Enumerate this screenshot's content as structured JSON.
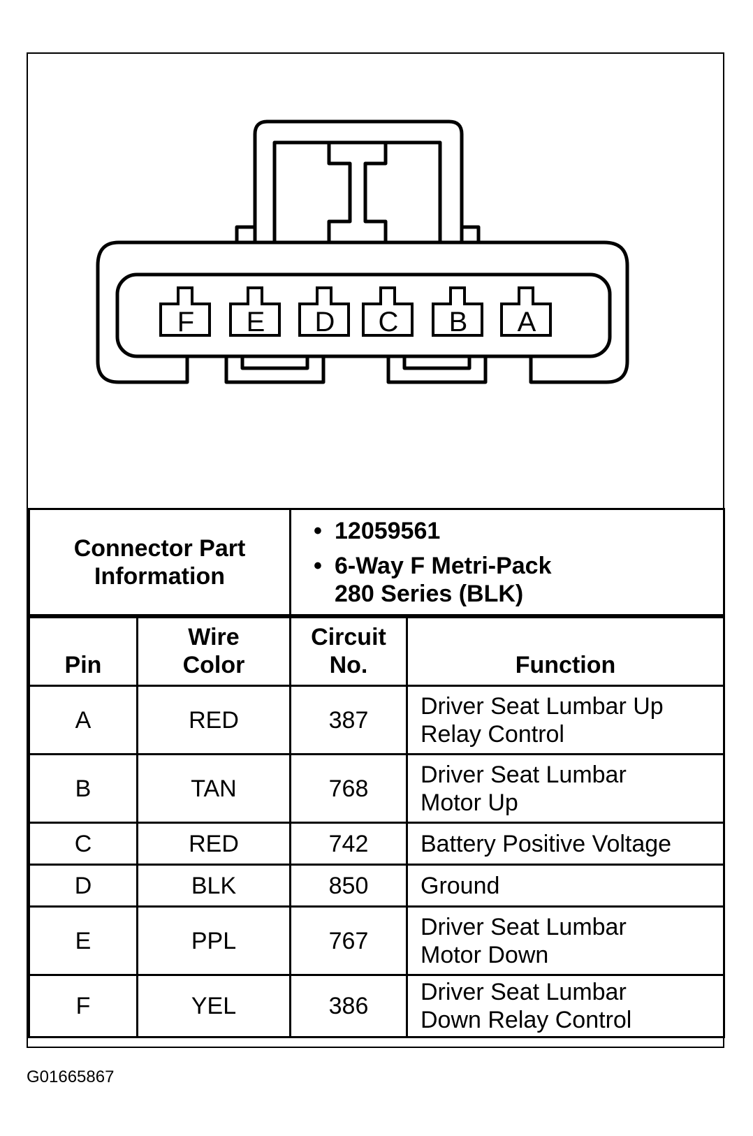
{
  "connector": {
    "pin_labels": [
      "F",
      "E",
      "D",
      "C",
      "B",
      "A"
    ]
  },
  "part_info": {
    "label": "Connector Part Information",
    "label_line1": "Connector Part",
    "label_line2": "Information",
    "bullet1": "12059561",
    "bullet2_line1": "6-Way F Metri-Pack",
    "bullet2_line2": "280 Series (BLK)"
  },
  "table": {
    "headers": {
      "pin": "Pin",
      "wire_color_line1": "Wire",
      "wire_color_line2": "Color",
      "circuit_line1": "Circuit",
      "circuit_line2": "No.",
      "function": "Function"
    },
    "rows": [
      {
        "pin": "A",
        "wire_color": "RED",
        "circuit": "387",
        "function_line1": "Driver Seat Lumbar Up",
        "function_line2": "Relay Control"
      },
      {
        "pin": "B",
        "wire_color": "TAN",
        "circuit": "768",
        "function_line1": "Driver Seat Lumbar",
        "function_line2": "Motor Up"
      },
      {
        "pin": "C",
        "wire_color": "RED",
        "circuit": "742",
        "function_line1": "Battery Positive Voltage",
        "function_line2": ""
      },
      {
        "pin": "D",
        "wire_color": "BLK",
        "circuit": "850",
        "function_line1": "Ground",
        "function_line2": ""
      },
      {
        "pin": "E",
        "wire_color": "PPL",
        "circuit": "767",
        "function_line1": "Driver Seat Lumbar",
        "function_line2": "Motor Down"
      },
      {
        "pin": "F",
        "wire_color": "YEL",
        "circuit": "386",
        "function_line1": "Driver Seat Lumbar",
        "function_line2": "Down Relay Control"
      }
    ]
  },
  "figure_code": "G01665867"
}
